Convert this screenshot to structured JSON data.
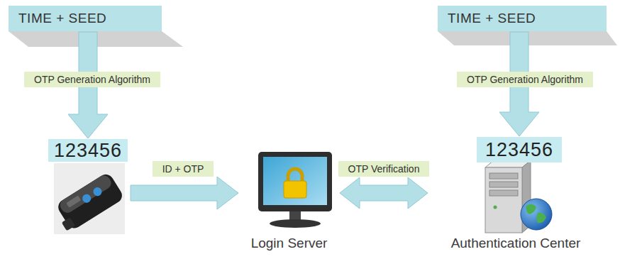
{
  "diagram": {
    "nodes": [
      {
        "text": [
          "TIME + SEED"
        ]
      },
      {
        "text": [
          "TIME + SEED"
        ]
      },
      {
        "text": [
          "123456"
        ]
      },
      {
        "text": [
          "123456"
        ]
      },
      {
        "text": [
          "Login Server"
        ]
      },
      {
        "text": [
          "Authentication Center"
        ]
      }
    ],
    "edges": [
      {
        "from": 0,
        "to": 2,
        "label": "OTP Generation Algorithm",
        "arrow": "to"
      },
      {
        "from": 1,
        "to": 3,
        "label": "OTP Generation Algorithm",
        "arrow": "to"
      },
      {
        "from": 2,
        "to": 4,
        "label": "ID + OTP",
        "arrow": "to"
      },
      {
        "from": 4,
        "to": 5,
        "label": "OTP Verification",
        "arrow": "both"
      }
    ]
  }
}
